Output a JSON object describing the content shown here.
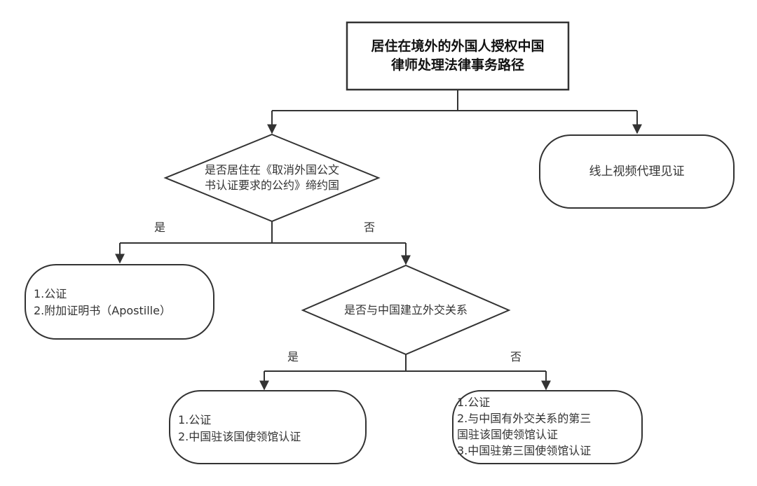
{
  "diagram": {
    "root": {
      "lines": [
        "居住在境外的外国人授权中国",
        "律师处理法律事务路径"
      ]
    },
    "decision1": {
      "lines": [
        "是否居住在《取消外国公文",
        "书认证要求的公约》缔约国"
      ]
    },
    "online": {
      "text": "线上视频代理见证"
    },
    "label_yes_1": "是",
    "label_no_1": "否",
    "apostille": {
      "lines": [
        "1.公证",
        "2.附加证明书（Apostille）"
      ]
    },
    "decision2": {
      "text": "是否与中国建立外交关系"
    },
    "label_yes_2": "是",
    "label_no_2": "否",
    "embassy": {
      "lines": [
        "1.公证",
        "2.中国驻该国使领馆认证"
      ]
    },
    "third_country": {
      "lines": [
        "1.公证",
        "2.与中国有外交关系的第三",
        "国驻该国使领馆认证",
        "3.中国驻第三国使领馆认证"
      ]
    }
  }
}
